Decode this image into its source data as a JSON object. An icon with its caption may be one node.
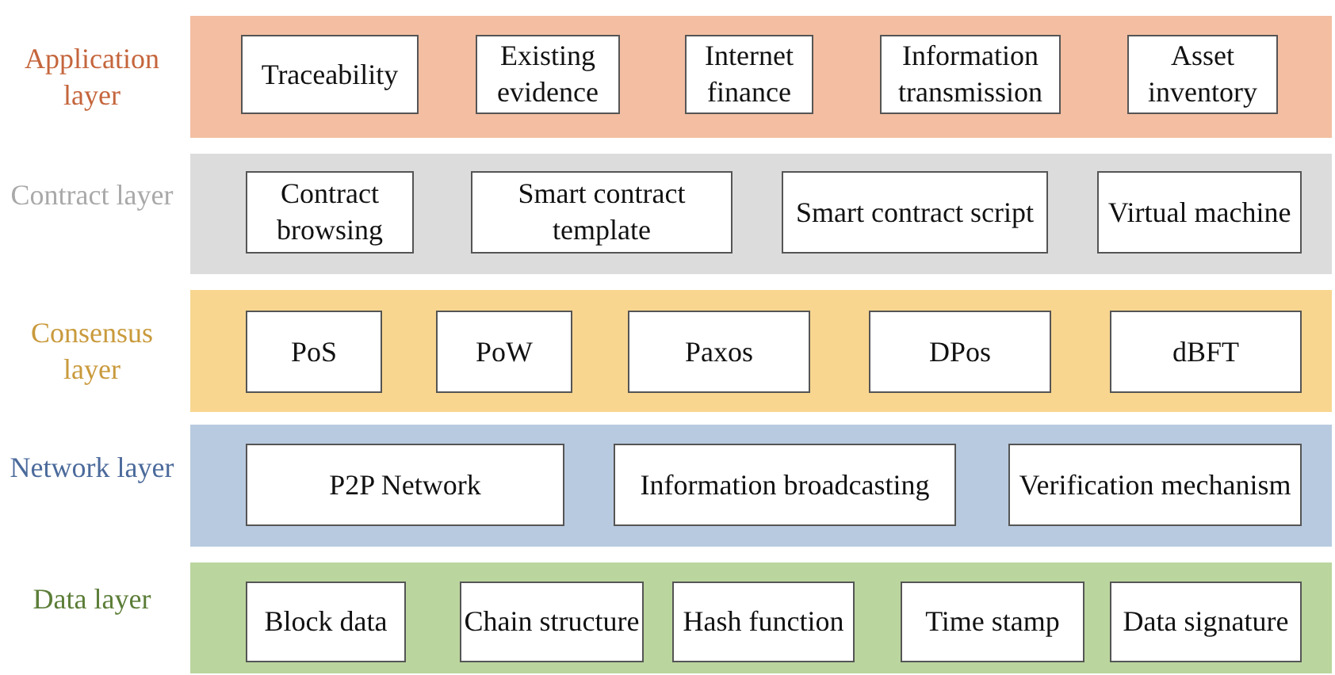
{
  "diagram": {
    "nodes": [
      {
        "text": [
          "Application layer"
        ]
      },
      {
        "text": [
          "Traceability"
        ],
        "in": 0
      },
      {
        "text": [
          "Existing evidence"
        ],
        "in": 0
      },
      {
        "text": [
          "Internet finance"
        ],
        "in": 0
      },
      {
        "text": [
          "Information transmission"
        ],
        "in": 0
      },
      {
        "text": [
          "Asset inventory"
        ],
        "in": 0
      },
      {
        "text": [
          "Contract layer"
        ]
      },
      {
        "text": [
          "Contract browsing"
        ],
        "in": 6
      },
      {
        "text": [
          "Smart contract template"
        ],
        "in": 6
      },
      {
        "text": [
          "Smart contract script"
        ],
        "in": 6
      },
      {
        "text": [
          "Virtual machine"
        ],
        "in": 6
      },
      {
        "text": [
          "Consensus layer"
        ]
      },
      {
        "text": [
          "PoS"
        ],
        "in": 11
      },
      {
        "text": [
          "PoW"
        ],
        "in": 11
      },
      {
        "text": [
          "Paxos"
        ],
        "in": 11
      },
      {
        "text": [
          "DPos"
        ],
        "in": 11
      },
      {
        "text": [
          "dBFT"
        ],
        "in": 11
      },
      {
        "text": [
          "Network layer"
        ]
      },
      {
        "text": [
          "P2P Network"
        ],
        "in": 17
      },
      {
        "text": [
          "Information broadcasting"
        ],
        "in": 17
      },
      {
        "text": [
          "Verification mechanism"
        ],
        "in": 17
      },
      {
        "text": [
          "Data layer"
        ]
      },
      {
        "text": [
          "Block data"
        ],
        "in": 21
      },
      {
        "text": [
          "Chain structure"
        ],
        "in": 21
      },
      {
        "text": [
          "Hash function"
        ],
        "in": 21
      },
      {
        "text": [
          "Time stamp"
        ],
        "in": 21
      },
      {
        "text": [
          "Data signature"
        ],
        "in": 21
      }
    ]
  }
}
